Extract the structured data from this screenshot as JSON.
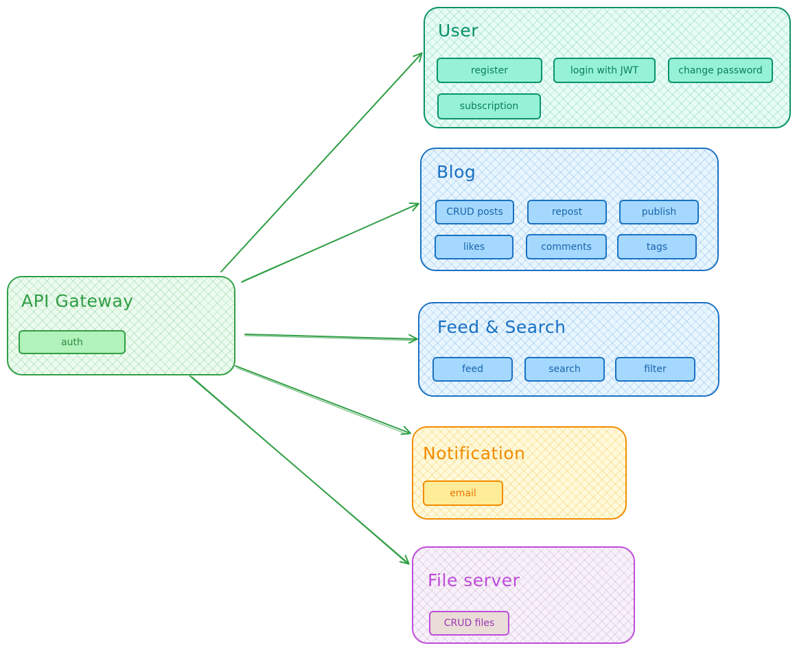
{
  "colors": {
    "gateway": "#2f9e44",
    "user": "#099268",
    "blog": "#1971c2",
    "feed": "#1971c2",
    "notification": "#f08c00",
    "file_server": "#be4bdb",
    "arrow": "#2f9e44"
  },
  "gateway": {
    "title": "API Gateway",
    "chips": [
      "auth"
    ]
  },
  "user": {
    "title": "User",
    "chips": [
      "register",
      "login with JWT",
      "change password",
      "subscription"
    ]
  },
  "blog": {
    "title": "Blog",
    "chips": [
      "CRUD posts",
      "repost",
      "publish",
      "likes",
      "comments",
      "tags"
    ]
  },
  "feed": {
    "title": "Feed & Search",
    "chips": [
      "feed",
      "search",
      "filter"
    ]
  },
  "notification": {
    "title": "Notification",
    "chips": [
      "email"
    ]
  },
  "file_server": {
    "title": "File server",
    "chips": [
      "CRUD files"
    ]
  },
  "edges": [
    {
      "from": "API Gateway",
      "to": "User"
    },
    {
      "from": "API Gateway",
      "to": "Blog"
    },
    {
      "from": "API Gateway",
      "to": "Feed & Search"
    },
    {
      "from": "API Gateway",
      "to": "Notification"
    },
    {
      "from": "API Gateway",
      "to": "File server"
    }
  ]
}
